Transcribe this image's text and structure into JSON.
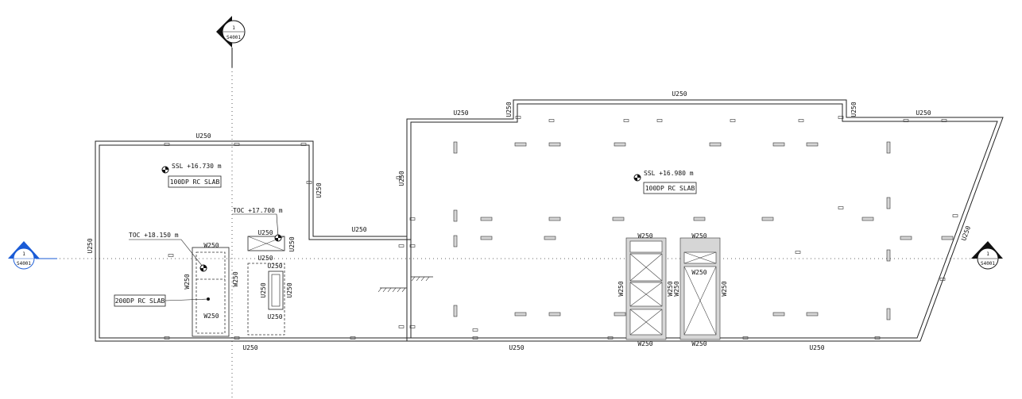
{
  "wall_label": "U250",
  "wall_label_rotated": "U250",
  "wall_label_diag": "U250",
  "wall_w_label": "W250",
  "section_marker": {
    "number": "1",
    "sheet": "S4001"
  },
  "levels": {
    "ssl_left": "SSL +16.730 m",
    "ssl_right": "SSL +16.980 m",
    "toc_left": "TOC +18.150 m",
    "toc_mid": "TOC +17.700 m"
  },
  "slab_tags": {
    "left": "100DP RC SLAB",
    "right": "100DP RC SLAB",
    "lift": "200DP RC SLAB"
  }
}
